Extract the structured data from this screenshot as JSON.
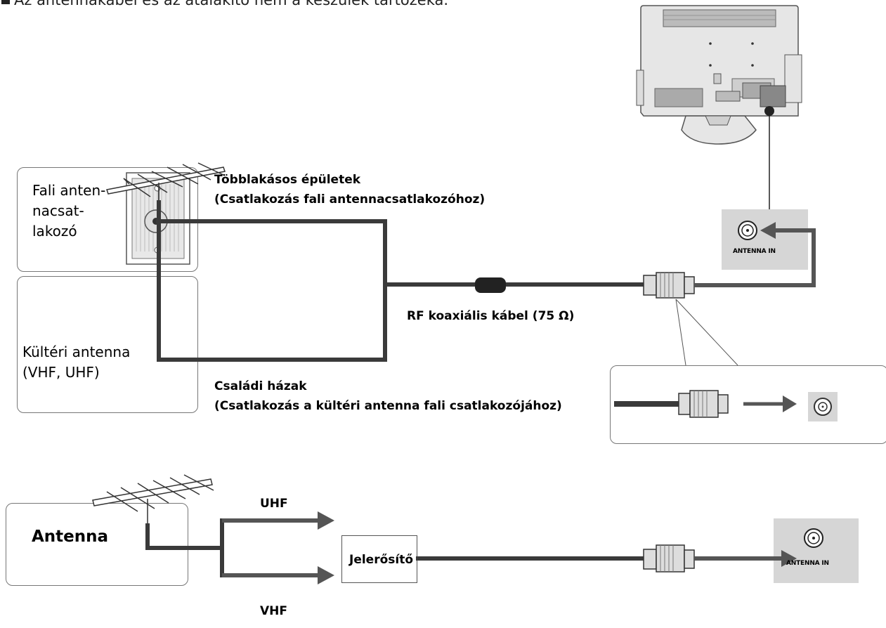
{
  "note": "Az antennakábel és az átalakító nem a készülék tartozéka.",
  "top": {
    "wall_socket_label_1": "Fali anten-",
    "wall_socket_label_2": "nacsat-",
    "wall_socket_label_3": "lakozó",
    "outdoor_antenna_label_1": "Kültéri antenna",
    "outdoor_antenna_label_2": "(VHF, UHF)",
    "multi_unit_title": "Többlakásos épületek",
    "multi_unit_sub": "(Csatlakozás fali antennacsatlakozóhoz)",
    "house_title": "Családi házak",
    "house_sub": "(Csatlakozás a kültéri antenna fali csatlakozójához)",
    "cable_label": "RF koaxiális kábel (75 Ω)",
    "antenna_in": "ANTENNA IN"
  },
  "bottom": {
    "antenna_label": "Antenna",
    "uhf": "UHF",
    "vhf": "VHF",
    "amplifier": "Jelerősítő",
    "antenna_in": "ANTENNA IN"
  },
  "colors": {
    "cable": "#3a3a3a",
    "panel": "#d6d6d6",
    "box_border": "#777777"
  },
  "icons": [
    "tv-back-icon",
    "antenna-icon",
    "wall-socket-icon",
    "coax-plug-icon",
    "arrow-icon",
    "antenna-in-jack-icon"
  ]
}
